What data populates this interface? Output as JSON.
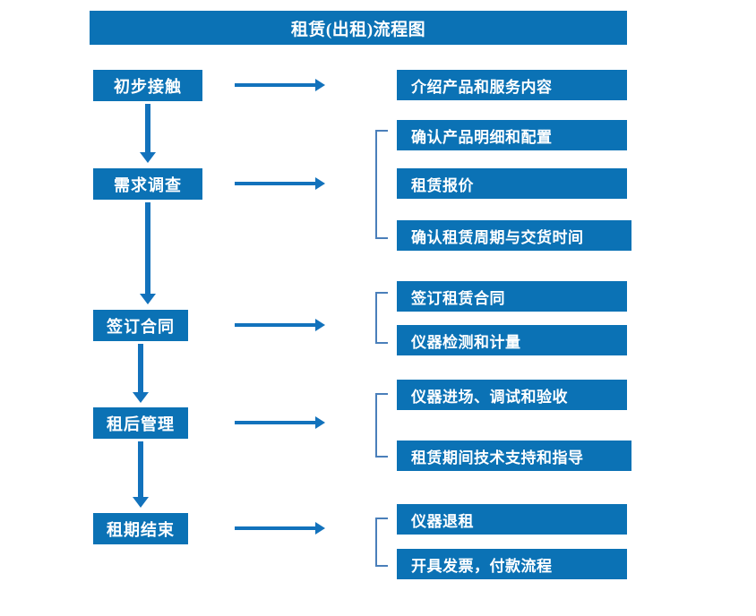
{
  "diagram": {
    "title": "租赁(出租)流程图",
    "colors": {
      "box_fill": "#0b72b5",
      "box_text": "#ffffff",
      "arrow": "#1272bc",
      "bracket": "#4a7fba",
      "background": "#ffffff"
    },
    "stages": [
      {
        "label": "初步接触"
      },
      {
        "label": "需求调查"
      },
      {
        "label": "签订合同"
      },
      {
        "label": "租后管理"
      },
      {
        "label": "租期结束"
      }
    ],
    "groups": [
      {
        "stage": "初步接触",
        "bracket": false,
        "details": [
          {
            "label": "介绍产品和服务内容"
          }
        ]
      },
      {
        "stage": "需求调查",
        "bracket": true,
        "details": [
          {
            "label": "确认产品明细和配置"
          },
          {
            "label": "租赁报价"
          },
          {
            "label": "确认租赁周期与交货时间"
          }
        ]
      },
      {
        "stage": "签订合同",
        "bracket": true,
        "details": [
          {
            "label": "签订租赁合同"
          },
          {
            "label": "仪器检测和计量"
          }
        ]
      },
      {
        "stage": "租后管理",
        "bracket": true,
        "details": [
          {
            "label": "仪器进场、调试和验收"
          },
          {
            "label": "租赁期间技术支持和指导"
          }
        ]
      },
      {
        "stage": "租期结束",
        "bracket": true,
        "details": [
          {
            "label": "仪器退租"
          },
          {
            "label": "开具发票，付款流程"
          }
        ]
      }
    ],
    "connectors": {
      "horizontal_arrow_count": 5,
      "vertical_arrow_count": 4,
      "horizontal_arrow_name": "stage-to-details-arrow",
      "vertical_arrow_name": "stage-to-stage-arrow"
    }
  }
}
